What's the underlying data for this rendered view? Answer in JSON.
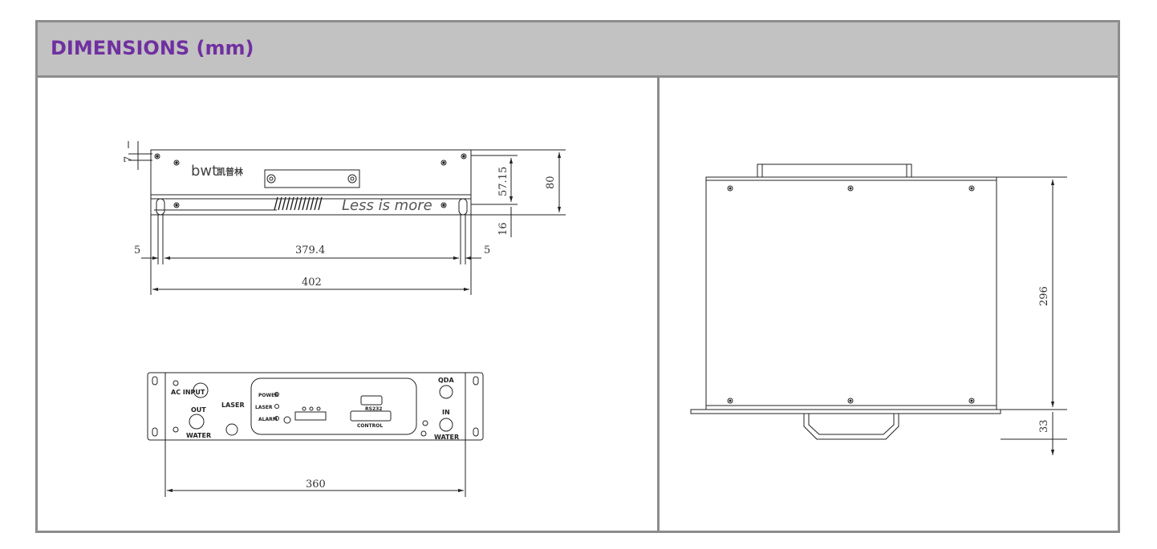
{
  "header": {
    "title": "DIMENSIONS (mm)"
  },
  "front_view": {
    "brand": "bwt",
    "brand_cn": "凯普林",
    "slogan": "Less is more",
    "dims": {
      "height_total": "80",
      "height_upper": "57.15",
      "height_lower": "16",
      "ear_gap": "7",
      "left_margin": "5",
      "inner_width": "379.4",
      "right_margin": "5",
      "total_width": "402"
    }
  },
  "rear_view": {
    "labels": {
      "ac_input": "AC INPUT",
      "out": "OUT",
      "water_left": "WATER",
      "laser": "LASER",
      "power": "POWER",
      "laser_status": "LASER",
      "alarm": "ALARM",
      "rs232": "RS232",
      "control": "CONTROL",
      "qda": "QDA",
      "in": "IN",
      "water_right": "WATER"
    },
    "dims": {
      "width": "360"
    }
  },
  "side_view": {
    "dims": {
      "depth": "296",
      "handle": "33"
    }
  }
}
